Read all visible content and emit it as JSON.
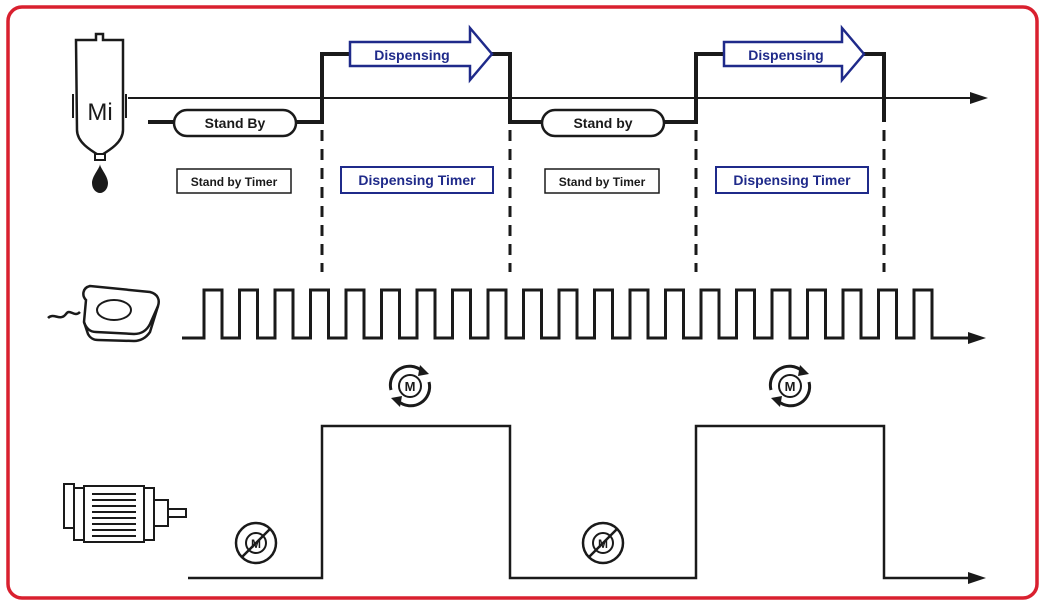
{
  "colors": {
    "frame": "#d9202f",
    "line": "#1a1a1a",
    "accent": "#1f2a8a",
    "fill": "#ffffff"
  },
  "labels": {
    "bottle_text": "Mi",
    "standby_1": "Stand By",
    "standby_2": "Stand by",
    "dispensing_1": "Dispensing",
    "dispensing_2": "Dispensing",
    "standby_timer_1": "Stand by Timer",
    "standby_timer_2": "Stand by Timer",
    "dispensing_timer_1": "Dispensing Timer",
    "dispensing_timer_2": "Dispensing Timer",
    "motor_symbol": "M"
  },
  "icons": {
    "bottle": "dispenser-bottle-icon",
    "sensor": "sensor-pad-icon",
    "motor": "electric-motor-icon",
    "motor_on": "motor-rotating-icon",
    "motor_off": "motor-stopped-icon"
  }
}
